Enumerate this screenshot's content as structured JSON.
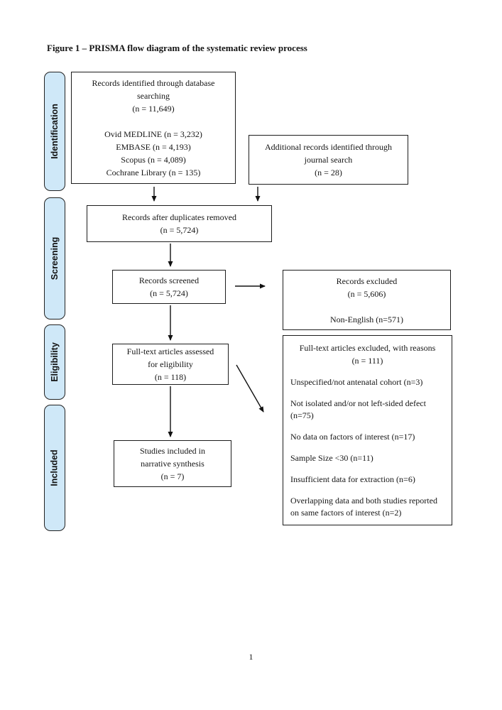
{
  "title": "Figure 1 – PRISMA flow diagram of the systematic review process",
  "page_number": "1",
  "colors": {
    "stage_fill": "#cfe8f8",
    "box_border": "#1c1c1c"
  },
  "sidebar": {
    "stages": [
      "Identification",
      "Screening",
      "Eligibility",
      "Included"
    ]
  },
  "flow": {
    "records_identified": {
      "lines": [
        "Records identified through database",
        "searching",
        "(n = 11,649)",
        "",
        "Ovid MEDLINE (n = 3,232)",
        "EMBASE (n = 4,193)",
        "Scopus (n = 4,089)",
        "Cochrane Library (n = 135)"
      ]
    },
    "additional_records": {
      "lines": [
        "Additional records identified through",
        "journal search",
        "(n = 28)"
      ]
    },
    "duplicates_removed": {
      "lines": [
        "Records after duplicates removed",
        "(n = 5,724)"
      ]
    },
    "records_screened": {
      "lines": [
        "Records screened",
        "(n = 5,724)"
      ]
    },
    "records_excluded": {
      "lines": [
        "Records excluded",
        "(n = 5,606)",
        "",
        "Non-English (n=571)"
      ]
    },
    "fulltext_assessed": {
      "lines": [
        "Full-text articles assessed",
        "for eligibility",
        "(n = 118)"
      ]
    },
    "fulltext_excluded": {
      "header": [
        "Full-text articles excluded, with reasons",
        "(n = 111)"
      ],
      "reasons": [
        "Unspecified/not antenatal cohort (n=3)",
        "Not isolated and/or not left-sided defect (n=75)",
        "No data on factors of interest (n=17)",
        "Sample Size <30 (n=11)",
        "Insufficient data for extraction (n=6)",
        "Overlapping data and both studies reported on same factors of interest (n=2)"
      ]
    },
    "studies_included": {
      "lines": [
        "Studies included in",
        "narrative synthesis",
        "(n = 7)"
      ]
    }
  }
}
